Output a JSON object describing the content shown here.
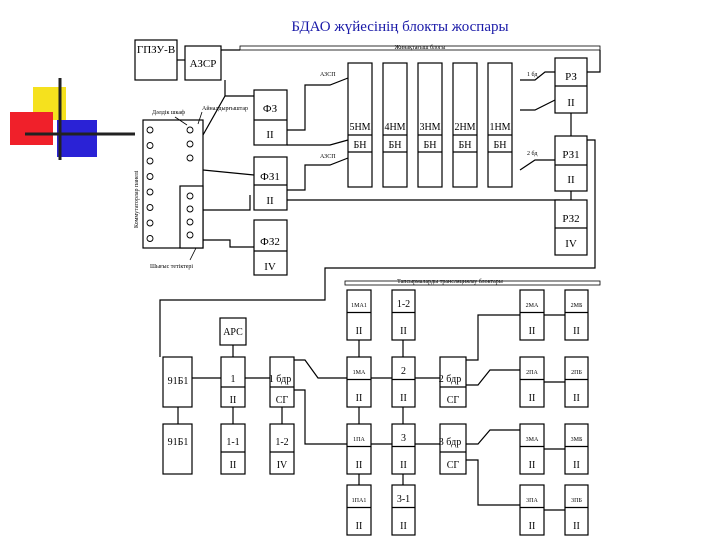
{
  "title": "БДАО жүйесінің блокты жоспары",
  "top_section_label": "Жинақтағыш блогы",
  "bottom_section_label": "Тапсырмаларды трансляциялау блоктары",
  "left_small_label_1": "Дәлдік шкаф",
  "left_small_label_2": "Айналдырғыштар",
  "left_small_label_3": "Коммутаторлар панелі",
  "left_small_label_4": "Шығыс тетіктері",
  "gpzu": "ГПЗУ-В",
  "azsr": "АЗСР",
  "phase_boxes": [
    {
      "name": "ФЗ",
      "sub": "II"
    },
    {
      "name": "ФЗ1",
      "sub": "II"
    },
    {
      "name": "ФЗ2",
      "sub": "IV"
    }
  ],
  "bn_columns": [
    {
      "name": "5НМ",
      "sub": "БН"
    },
    {
      "name": "4НМ",
      "sub": "БН"
    },
    {
      "name": "3НМ",
      "sub": "БН"
    },
    {
      "name": "2НМ",
      "sub": "БН"
    },
    {
      "name": "1НМ",
      "sub": "БН"
    }
  ],
  "switch_small_labels": [
    "АЗСП",
    "АЗСП",
    "1 бд",
    "2 бд"
  ],
  "r_boxes": [
    {
      "name": "РЗ",
      "sub": "II"
    },
    {
      "name": "РЗ1",
      "sub": "II"
    },
    {
      "name": "РЗ2",
      "sub": "IV"
    }
  ],
  "apc": "АРС",
  "b91a": "91Б1",
  "b91b": "91Б1",
  "b1": {
    "name": "1",
    "sub": "II"
  },
  "b11": {
    "name": "1-1",
    "sub": "II"
  },
  "b12": {
    "name": "1-2",
    "sub": "IV"
  },
  "g1": {
    "name": "1 бдр",
    "sub": "СГ"
  },
  "g2": {
    "name": "2 бдр",
    "sub": "СГ"
  },
  "g3": {
    "name": "3 бдр",
    "sub": "СГ"
  },
  "m1ma1": {
    "name": "1МА1",
    "sub": "II"
  },
  "m1ma": {
    "name": "1МА",
    "sub": "II"
  },
  "m1pa": {
    "name": "1ПА",
    "sub": "II"
  },
  "m1pa1": {
    "name": "1ПА1",
    "sub": "II"
  },
  "c12": {
    "name": "1-2",
    "sub": "II"
  },
  "c2": {
    "name": "2",
    "sub": "II"
  },
  "c3": {
    "name": "3",
    "sub": "II"
  },
  "c31": {
    "name": "3-1",
    "sub": "II"
  },
  "r2ma": {
    "name": "2МА",
    "sub": "II"
  },
  "r2mb": {
    "name": "2МБ",
    "sub": "II"
  },
  "r2pa": {
    "name": "2ПА",
    "sub": "II"
  },
  "r2pb": {
    "name": "2ПБ",
    "sub": "II"
  },
  "r3ma": {
    "name": "3МА",
    "sub": "II"
  },
  "r3mb": {
    "name": "3МБ",
    "sub": "II"
  },
  "r3pa": {
    "name": "3ПА",
    "sub": "II"
  },
  "r3pb": {
    "name": "3ПБ",
    "sub": "II"
  },
  "colors": {
    "title": "#1a1aa8",
    "deco_yellow": "#f5e11e",
    "deco_red": "#f0202a",
    "deco_blue": "#2a22d6"
  }
}
